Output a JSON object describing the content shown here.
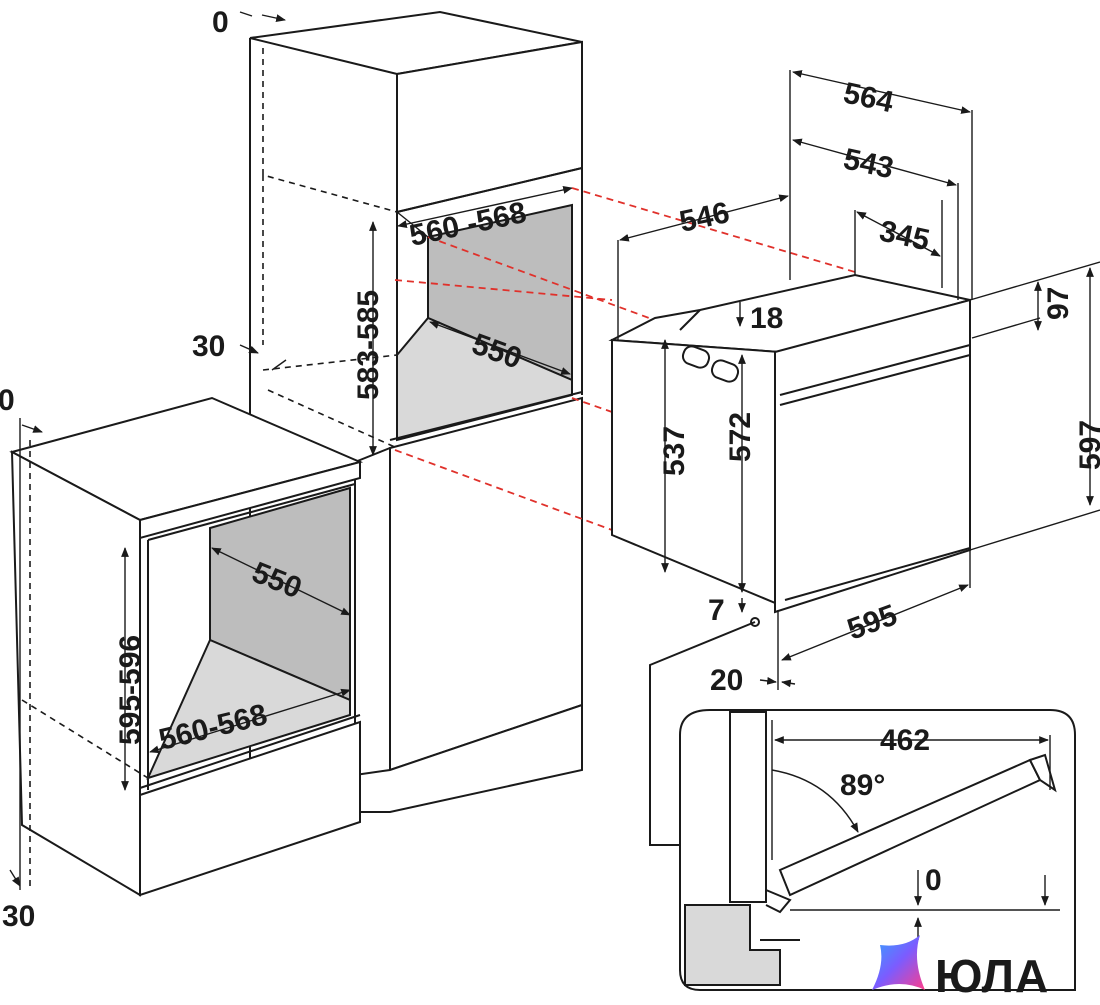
{
  "dimensions": {
    "column_top_gap": "0",
    "column_back_gap": "30",
    "column_niche_width": "560 -568",
    "column_niche_height": "583-585",
    "column_niche_depth": "550",
    "under_top_gap": "0",
    "under_bottom_gap": "30",
    "under_niche_height": "595-596",
    "under_niche_depth": "550",
    "under_niche_width": "560-568",
    "oven_total_depth": "564",
    "oven_body_depth": "543",
    "oven_side_depth": "546",
    "oven_top_depth": "345",
    "oven_top_step": "18",
    "oven_top_offset": "97",
    "oven_body_height": "537",
    "oven_front_height": "572",
    "oven_total_height": "597",
    "oven_width": "595",
    "oven_bottom_gap": "7",
    "oven_front_thickness": "20",
    "door_open_depth": "462",
    "door_angle": "89°",
    "door_gap": "0"
  },
  "brand": {
    "name": "ЮЛА",
    "logo_icon": "star-logo-icon",
    "logo_colors": [
      "#7b5cff",
      "#2fa8ff",
      "#ff3d8b"
    ]
  }
}
